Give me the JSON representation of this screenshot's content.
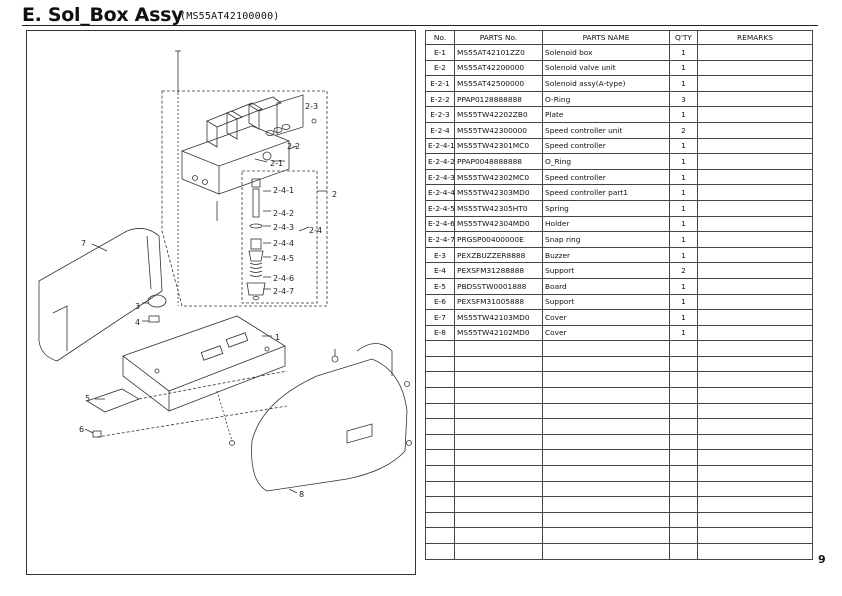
{
  "page": {
    "title": "E. Sol_Box Assy",
    "subtitle": "(MS55AT42100000)",
    "page_number": "9"
  },
  "table": {
    "headers": [
      "No.",
      "PARTS No.",
      "PARTS NAME",
      "Q'TY",
      "REMARKS"
    ],
    "rows": [
      {
        "no": "E-1",
        "part_no": "MS55AT42101ZZ0",
        "name": "Solenoid box",
        "qty": "1",
        "remarks": ""
      },
      {
        "no": "E-2",
        "part_no": "MS55AT42200000",
        "name": "Solenoid valve unit",
        "qty": "1",
        "remarks": ""
      },
      {
        "no": "E-2-1",
        "part_no": "MS55AT42500000",
        "name": "Solenoid assy(A-type)",
        "qty": "1",
        "remarks": ""
      },
      {
        "no": "E-2-2",
        "part_no": "PPAP0128888888",
        "name": "O-Ring",
        "qty": "3",
        "remarks": ""
      },
      {
        "no": "E-2-3",
        "part_no": "MS55TW42202ZB0",
        "name": "Plate",
        "qty": "1",
        "remarks": ""
      },
      {
        "no": "E-2-4",
        "part_no": "MS55TW42300000",
        "name": "Speed controller unit",
        "qty": "2",
        "remarks": ""
      },
      {
        "no": "E-2-4-1",
        "part_no": "MS55TW42301MC0",
        "name": "Speed controller",
        "qty": "1",
        "remarks": ""
      },
      {
        "no": "E-2-4-2",
        "part_no": "PPAP0048888888",
        "name": "O_Ring",
        "qty": "1",
        "remarks": ""
      },
      {
        "no": "E-2-4-3",
        "part_no": "MS55TW42302MC0",
        "name": "Speed controller",
        "qty": "1",
        "remarks": ""
      },
      {
        "no": "E-2-4-4",
        "part_no": "MS55TW42303MD0",
        "name": "Speed controller part1",
        "qty": "1",
        "remarks": ""
      },
      {
        "no": "E-2-4-5",
        "part_no": "MS55TW42305HT0",
        "name": "Spring",
        "qty": "1",
        "remarks": ""
      },
      {
        "no": "E-2-4-6",
        "part_no": "MS55TW42304MD0",
        "name": "Holder",
        "qty": "1",
        "remarks": ""
      },
      {
        "no": "E-2-4-7",
        "part_no": "PRGSP00400000E",
        "name": "Snap  ring",
        "qty": "1",
        "remarks": ""
      },
      {
        "no": "E-3",
        "part_no": "PEXZBUZZER8888",
        "name": "Buzzer",
        "qty": "1",
        "remarks": ""
      },
      {
        "no": "E-4",
        "part_no": "PEXSFM31288888",
        "name": "Support",
        "qty": "2",
        "remarks": ""
      },
      {
        "no": "E-5",
        "part_no": "PBDSSTW0001888",
        "name": "Board",
        "qty": "1",
        "remarks": ""
      },
      {
        "no": "E-6",
        "part_no": "PEXSFM31005888",
        "name": "Support",
        "qty": "1",
        "remarks": ""
      },
      {
        "no": "E-7",
        "part_no": "MS55TW42103MD0",
        "name": "Cover",
        "qty": "1",
        "remarks": ""
      },
      {
        "no": "E-8",
        "part_no": "MS55TW42102MD0",
        "name": "Cover",
        "qty": "1",
        "remarks": ""
      }
    ],
    "empty_rows": 14
  },
  "diagram": {
    "callouts": [
      "1",
      "2",
      "2-1",
      "2-2",
      "2-3",
      "2-4",
      "2-4-1",
      "2-4-2",
      "2-4-3",
      "2-4-4",
      "2-4-5",
      "2-4-6",
      "2-4-7",
      "3",
      "4",
      "5",
      "6",
      "7",
      "8"
    ]
  }
}
